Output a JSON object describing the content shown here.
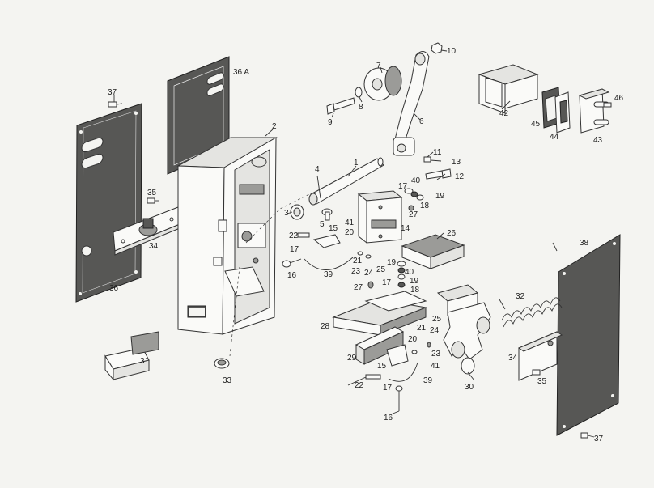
{
  "diagram": {
    "colors": {
      "paper": "#f4f4f1",
      "ink": "#333333",
      "plate_fill": "#575755",
      "face_fill": "#9b9b98",
      "light_fill": "#fafaf8"
    },
    "callouts": {
      "c37a": "37",
      "c36a": "36 A",
      "c2": "2",
      "c36": "36",
      "c35a": "35",
      "c34a": "34",
      "c31": "31",
      "c33": "33",
      "c3": "3",
      "c4": "4",
      "c5": "5",
      "c1": "1",
      "c7": "7",
      "c10": "10",
      "c8": "8",
      "c9": "9",
      "c6": "6",
      "c11": "11",
      "c13": "13",
      "c12": "12",
      "c40a": "40",
      "c17a": "17",
      "c19a": "19",
      "c18a": "18",
      "c27a": "27",
      "c41a": "41",
      "c14": "14",
      "c22a": "22",
      "c15a": "15",
      "c20a": "20",
      "c26": "26",
      "c17b": "17",
      "c23a": "23",
      "c21a": "21",
      "c24a": "24",
      "c25a": "25",
      "c19b": "19",
      "c40b": "40",
      "c16a": "16",
      "c39a": "39",
      "c17c": "17",
      "c19c": "19",
      "c27b": "27",
      "c18b": "18",
      "c28": "28",
      "c25b": "25",
      "c24b": "24",
      "c20b": "20",
      "c21b": "21",
      "c23b": "23",
      "c29": "29",
      "c15b": "15",
      "c41b": "41",
      "c22b": "22",
      "c17d": "17",
      "c39b": "39",
      "c16b": "16",
      "c30": "30",
      "c42": "42",
      "c45": "45",
      "c44": "44",
      "c43": "43",
      "c46": "46",
      "c38": "38",
      "c32": "32",
      "c34b": "34",
      "c35b": "35",
      "c37b": "37"
    }
  }
}
